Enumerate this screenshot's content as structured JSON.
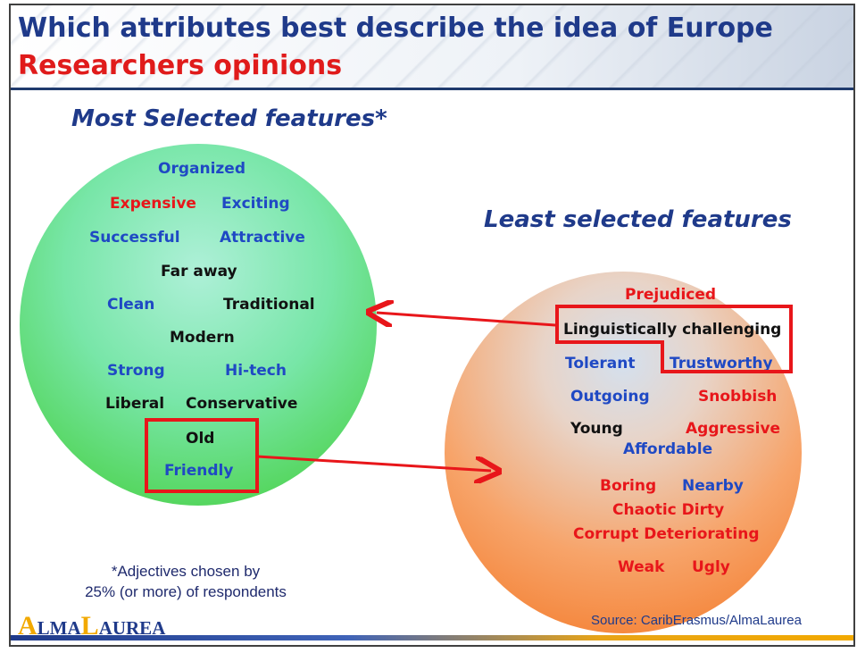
{
  "header": {
    "title": "Which attributes best describe the idea of Europe",
    "subtitle": "Researchers opinions"
  },
  "most": {
    "heading": "Most Selected features*",
    "words": {
      "organized": "Organized",
      "expensive": "Expensive",
      "exciting": "Exciting",
      "successful": "Successful",
      "attractive": "Attractive",
      "far_away": "Far away",
      "clean": "Clean",
      "traditional": "Traditional",
      "modern": "Modern",
      "strong": "Strong",
      "hitech": "Hi-tech",
      "liberal": "Liberal",
      "conservative": "Conservative",
      "old": "Old",
      "friendly": "Friendly"
    }
  },
  "least": {
    "heading": "Least selected features",
    "words": {
      "prejudiced": "Prejudiced",
      "linguistically": "Linguistically challenging",
      "tolerant": "Tolerant",
      "trustworthy": "Trustworthy",
      "outgoing": "Outgoing",
      "snobbish": "Snobbish",
      "young": "Young",
      "aggressive": "Aggressive",
      "affordable": "Affordable",
      "boring": "Boring",
      "nearby": "Nearby",
      "chaotic_dirty": "Chaotic Dirty",
      "corrupt": "Corrupt Deteriorating",
      "weak": "Weak",
      "ugly": "Ugly"
    }
  },
  "footer": {
    "note_line1": "*Adjectives chosen by",
    "note_line2": "25% (or more) of respondents",
    "source": "Source: CaribErasmus/AlmaLaurea",
    "logo_a": "A",
    "logo_lma": "LMA",
    "logo_l": "L",
    "logo_aurea": "AUREA"
  },
  "colors": {
    "title_blue": "#1f3a8a",
    "title_red": "#e01b1b",
    "word_blue": "#1f49c4",
    "word_red": "#e8161a",
    "highlight_red": "#e8161a",
    "green_circle": "#55d65e",
    "orange_circle": "#f37623"
  }
}
